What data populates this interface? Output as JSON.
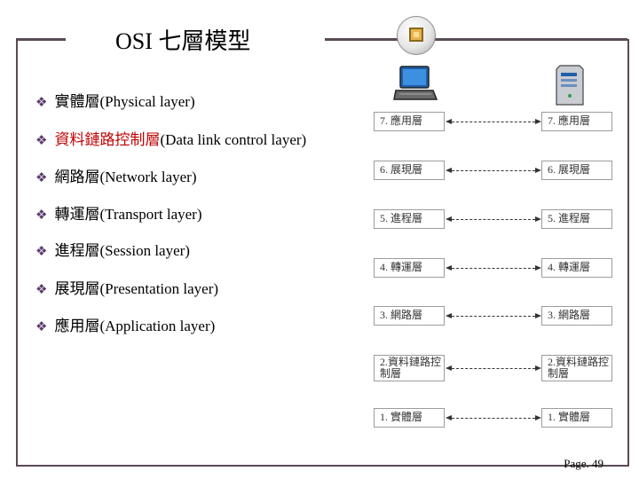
{
  "title": "OSI 七層模型",
  "bullets": [
    {
      "zh": "實體層",
      "en": "(Physical layer)"
    },
    {
      "zh": "資料鏈路控制層",
      "en": "(Data link control layer)"
    },
    {
      "zh": "網路層",
      "en": "(Network layer)"
    },
    {
      "zh": "轉運層",
      "en": "(Transport layer)"
    },
    {
      "zh": "進程層",
      "en": "(Session layer)"
    },
    {
      "zh": "展現層",
      "en": "(Presentation layer)"
    },
    {
      "zh": "應用層",
      "en": "(Application layer)"
    }
  ],
  "left_stack": [
    "7. 應用層",
    "6. 展現層",
    "5. 進程層",
    "4. 轉運層",
    "3. 網路層",
    "2.資料鏈路控制層",
    "1. 實體層"
  ],
  "right_stack": [
    "7. 應用層",
    "6. 展現層",
    "5. 進程層",
    "4. 轉運層",
    "3. 網路層",
    "2.資料鏈路控制層",
    "1. 實體層"
  ],
  "footer": {
    "page": "Page. 49"
  },
  "colors": {
    "frame": "#5a4a55",
    "bullet": "#5c3a6d",
    "highlight": "#c00000"
  },
  "icons": {
    "logo": "logo-icon",
    "left": "laptop-icon",
    "right": "server-icon",
    "bullet": "diamond-bullet-icon"
  }
}
